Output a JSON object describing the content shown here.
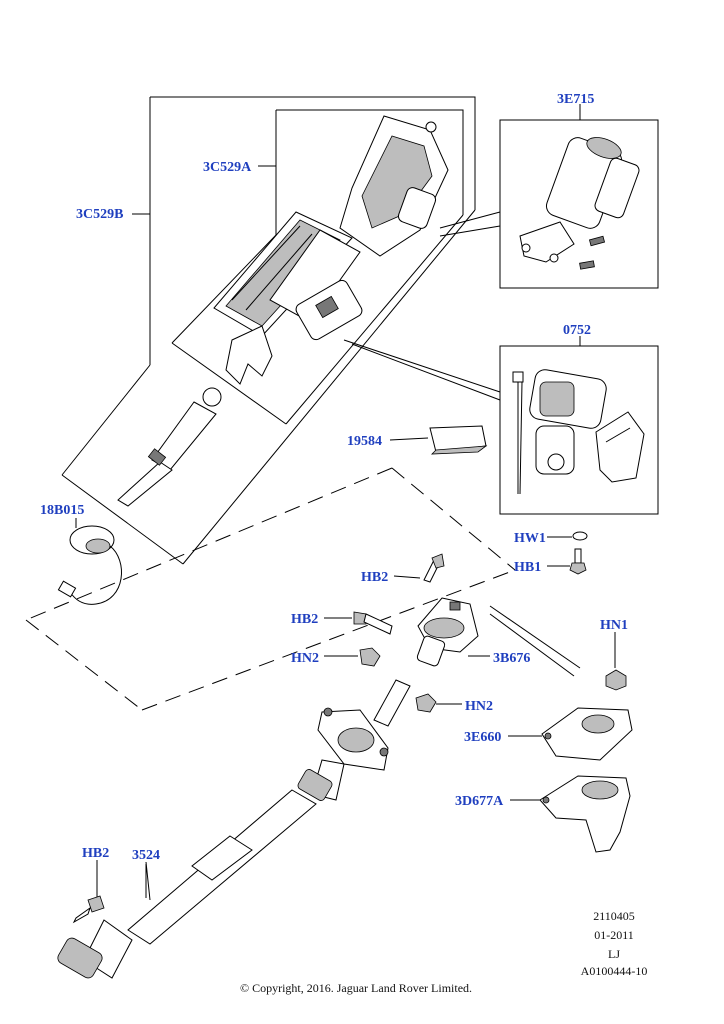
{
  "diagram": {
    "labels": {
      "c3c529b": "3C529B",
      "c3c529a": "3C529A",
      "e3e715": "3E715",
      "p0752": "0752",
      "p19584": "19584",
      "p18b015": "18B015",
      "hw1": "HW1",
      "hb1": "HB1",
      "hb2_top": "HB2",
      "hb2_mid": "HB2",
      "hn2_left": "HN2",
      "p3b676": "3B676",
      "hn1": "HN1",
      "hn2_right": "HN2",
      "p3e660": "3E660",
      "p3d677a": "3D677A",
      "hb2_bottom": "HB2",
      "p3524": "3524"
    },
    "label_color": "#1f3fbf"
  },
  "footer": {
    "ref_lines": [
      "2110405",
      "01-2011",
      "LJ",
      "A0100444-10"
    ],
    "copyright": "© Copyright, 2016. Jaguar Land Rover Limited."
  }
}
